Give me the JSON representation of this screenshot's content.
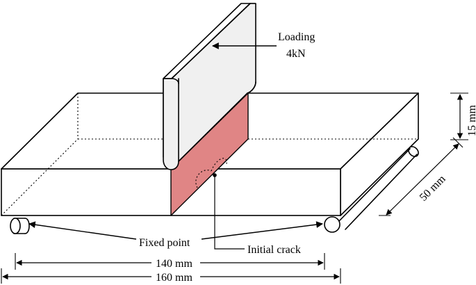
{
  "labels": {
    "loading_title": "Loading",
    "loading_value": "4kN",
    "fixed_point": "Fixed point",
    "initial_crack": "Initial crack",
    "dim_140": "140 mm",
    "dim_160": "160 mm",
    "dim_15": "15 mm",
    "dim_50": "50 mm"
  },
  "colors": {
    "crack_plane": "#e08585",
    "loader_face": "#f0f0f0",
    "outline": "#000000"
  }
}
